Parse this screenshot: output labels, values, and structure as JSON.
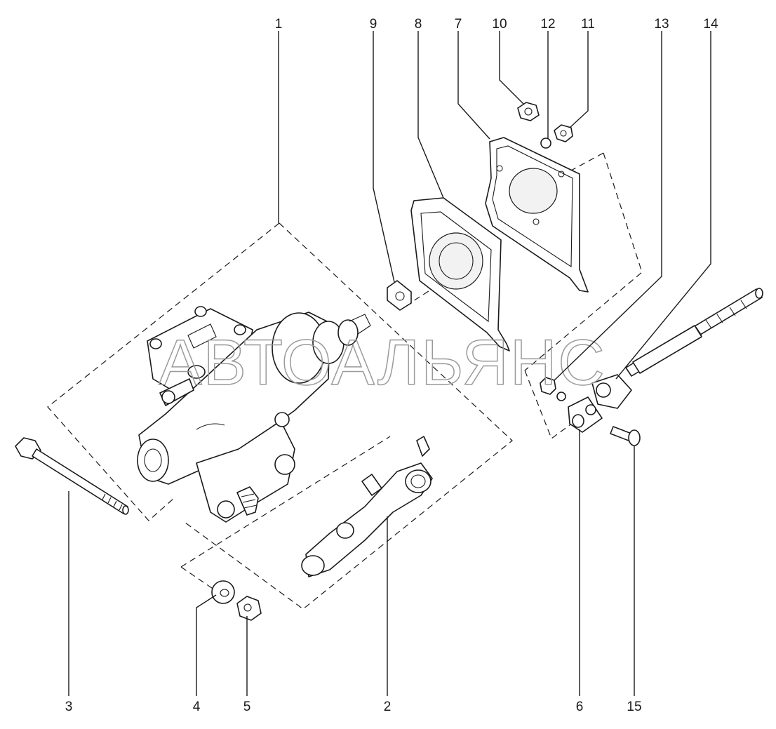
{
  "watermark": "АВТОАЛЬЯНС",
  "callouts": [
    {
      "id": "1",
      "label": "1"
    },
    {
      "id": "2",
      "label": "2"
    },
    {
      "id": "3",
      "label": "3"
    },
    {
      "id": "4",
      "label": "4"
    },
    {
      "id": "5",
      "label": "5"
    },
    {
      "id": "6",
      "label": "6"
    },
    {
      "id": "7",
      "label": "7"
    },
    {
      "id": "8",
      "label": "8"
    },
    {
      "id": "9",
      "label": "9"
    },
    {
      "id": "10",
      "label": "10"
    },
    {
      "id": "11",
      "label": "11"
    },
    {
      "id": "12",
      "label": "12"
    },
    {
      "id": "13",
      "label": "13"
    },
    {
      "id": "14",
      "label": "14"
    },
    {
      "id": "15",
      "label": "15"
    }
  ]
}
